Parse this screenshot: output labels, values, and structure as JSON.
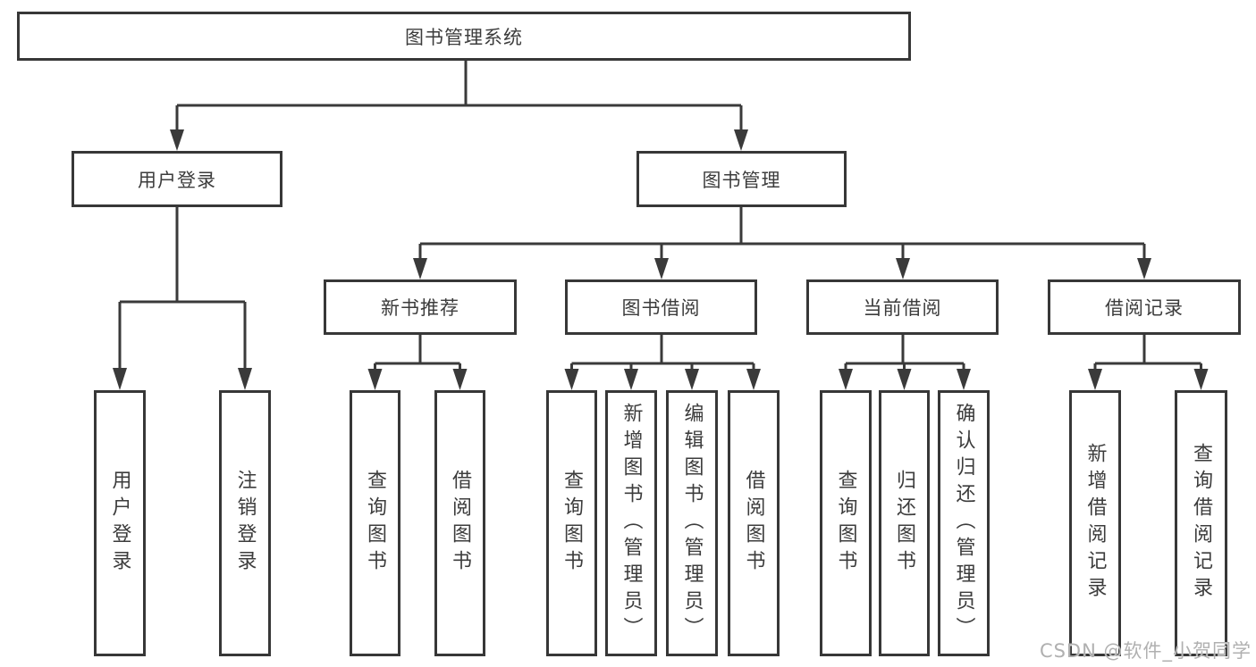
{
  "diagram_title": "图书管理系统",
  "tree": {
    "label": "图书管理系统",
    "children": [
      {
        "label": "用户登录",
        "children": [
          {
            "label": "用户登录"
          },
          {
            "label": "注销登录"
          }
        ]
      },
      {
        "label": "图书管理",
        "children": [
          {
            "label": "新书推荐",
            "children": [
              {
                "label": "查询图书"
              },
              {
                "label": "借阅图书"
              }
            ]
          },
          {
            "label": "图书借阅",
            "children": [
              {
                "label": "查询图书"
              },
              {
                "label": "新增图书（管理员）"
              },
              {
                "label": "编辑图书（管理员）"
              },
              {
                "label": "借阅图书"
              }
            ]
          },
          {
            "label": "当前借阅",
            "children": [
              {
                "label": "查询图书"
              },
              {
                "label": "归还图书"
              },
              {
                "label": "确认归还（管理员）"
              }
            ]
          },
          {
            "label": "借阅记录",
            "children": [
              {
                "label": "新增借阅记录"
              },
              {
                "label": "查询借阅记录"
              }
            ]
          }
        ]
      }
    ]
  },
  "watermark": {
    "text": "CSDN @软件_小贺同学"
  },
  "colors": {
    "line": "#3a3a3a",
    "box_border": "#373737",
    "text": "#3c3c3c",
    "watermark": "#b0b0b0",
    "background": "#ffffff"
  }
}
